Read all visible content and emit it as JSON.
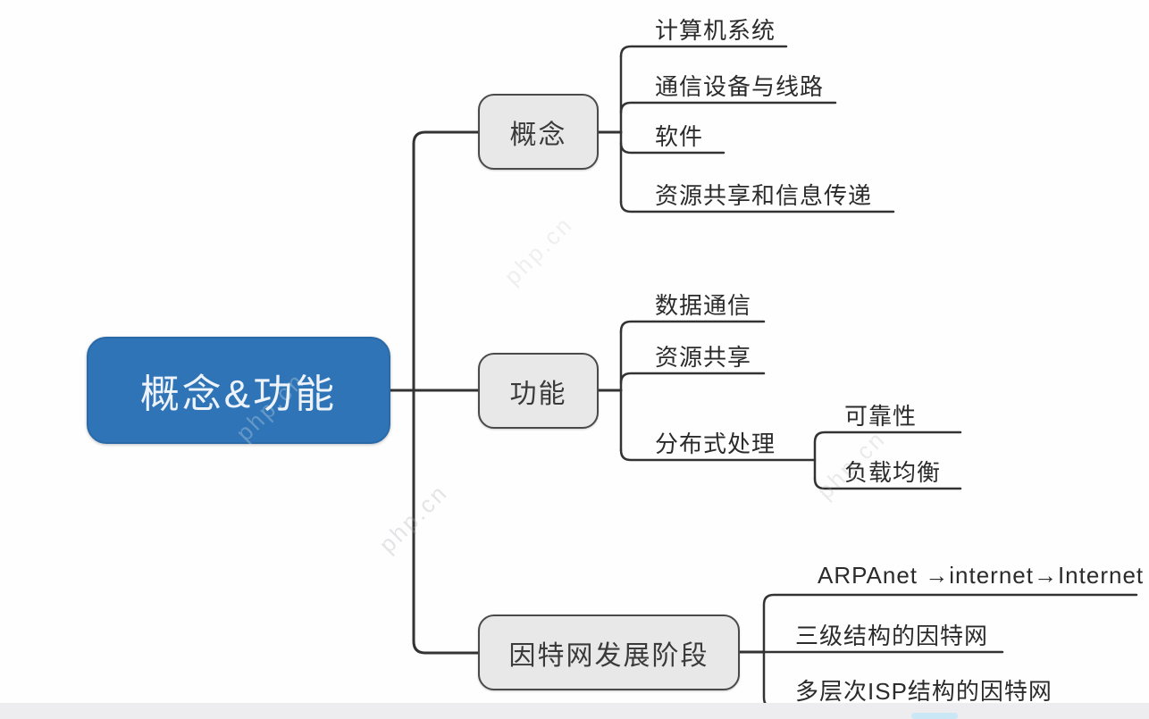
{
  "title": "网络概念与功能思维导图",
  "root": {
    "label": "概念&功能",
    "fill_color": "#2e74b6",
    "text_color": "#eef3fa"
  },
  "branches": [
    {
      "label": "概念",
      "children": [
        "计算机系统",
        "通信设备与线路",
        "软件",
        "资源共享和信息传递"
      ]
    },
    {
      "label": "功能",
      "children": [
        "数据通信",
        "资源共享",
        {
          "label": "分布式处理",
          "children": [
            "可靠性",
            "负载均衡"
          ]
        }
      ]
    },
    {
      "label": "因特网发展阶段",
      "children": [
        "ARPAnet →internet→Internet",
        "三级结构的因特网",
        "多层次ISP结构的因特网"
      ]
    }
  ],
  "watermark": "php.cn",
  "colors": {
    "root_fill": "#2e74b6",
    "topic_fill": "#e8e8e8",
    "topic_border": "#4a4a4a",
    "line": "#333333",
    "leaf_text": "#2b2b2b",
    "bottom_band": "#ededef"
  }
}
